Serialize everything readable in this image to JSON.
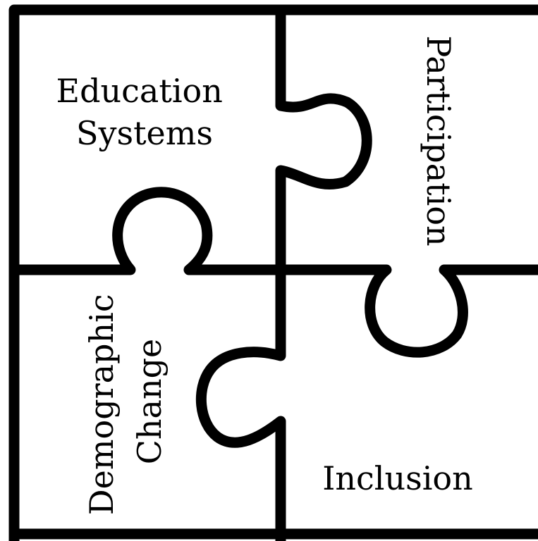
{
  "pieces": {
    "top_left": {
      "label_lines": [
        "Education",
        "Systems"
      ]
    },
    "top_right": {
      "label": "Participation"
    },
    "bottom_left": {
      "label_lines": [
        "Demographic",
        "Change"
      ]
    },
    "bottom_right": {
      "label": "Inclusion"
    }
  },
  "colors": {
    "ink": "#000000",
    "background": "#ffffff"
  }
}
